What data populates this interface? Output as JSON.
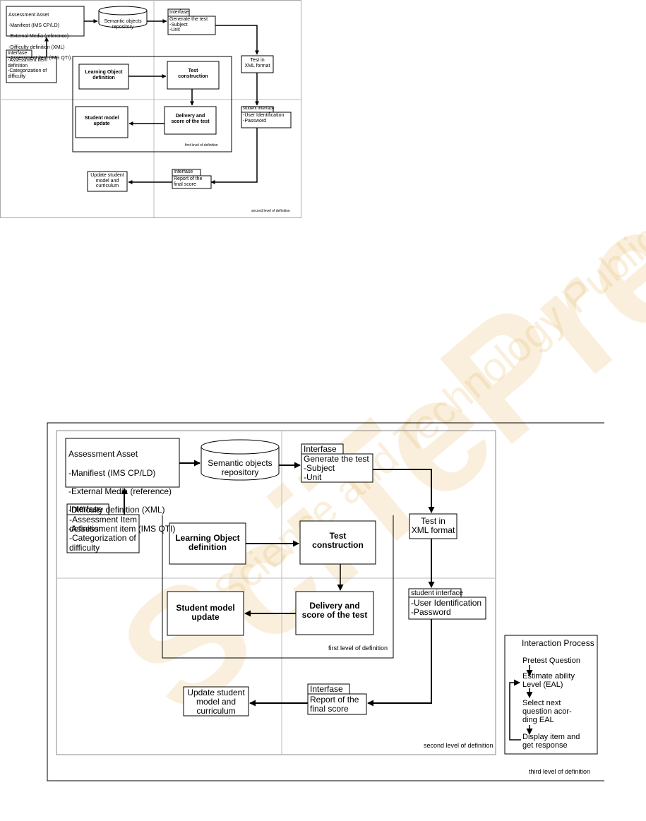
{
  "figure1": {
    "asset": {
      "title": "Assessment Asset",
      "items": [
        "-Manifiest (IMS CP/LD)",
        "-External Media (reference)",
        "-Difficulty definition (XML)",
        "-Assessment item (IMS QTI)"
      ]
    },
    "repository": "Semantic objects repository",
    "gen": {
      "tab": "Interfase",
      "lines": "Generate the test\n-Subject\n-Unit"
    },
    "teach_if": {
      "tab": "Interfase",
      "lines": "-Assessment Item\ndefinition\n-Categorization of\ndifficulty"
    },
    "xml": "Test in\nXML format",
    "lo": "Learning Object\ndefinition",
    "tc": "Test\nconstruction",
    "sm": "Student model\nupdate",
    "del": "Delivery and\nscore of the test",
    "stu": {
      "tab": "student interface",
      "lines": "-User Identification\n-Password"
    },
    "first_level": "first level of definition",
    "upd": "Update student\nmodel and\ncurriculum",
    "rep": {
      "tab": "Interfase",
      "lines": "Report of the\nfinal score"
    },
    "second_level": "second level of definition"
  },
  "figure2": {
    "asset": {
      "title": "Assessment Asset",
      "items": [
        "-Manifiest (IMS CP/LD)",
        "-External Media (reference)",
        "-Difficulty definition (XML)",
        "-Assessment item (IMS QTI)"
      ]
    },
    "repository": "Semantic objects\nrepository",
    "gen": {
      "tab": "Interfase",
      "lines": "Generate the test\n-Subject\n-Unit"
    },
    "teach_if": {
      "tab": "Interfase",
      "lines": "-Assessment Item\ndefinition\n-Categorization of\ndifficulty"
    },
    "xml": "Test in\nXML format",
    "lo": "Learning Object\ndefinition",
    "tc": "Test\nconstruction",
    "sm": "Student model\nupdate",
    "del": "Delivery and\nscore of the test",
    "stu": {
      "tab": "student interface",
      "lines": "-User Identification\n-Password"
    },
    "first_level": "first level of definition",
    "upd": "Update student\nmodel and\ncurriculum",
    "rep": {
      "tab": "Interfase",
      "lines": "Report of the\nfinal score"
    },
    "second_level": "second level of definition",
    "interaction": {
      "title": "Interaction Process",
      "steps": [
        "Pretest Question",
        "Estimate ability\nLevel (EAL)",
        "Select next\nquestion acor-\nding EAL",
        "Display item and\nget response"
      ]
    },
    "third_level": "third level of definition"
  },
  "watermark": {
    "brand": "SciTePress",
    "tagline": "Science and Technology Publications"
  }
}
